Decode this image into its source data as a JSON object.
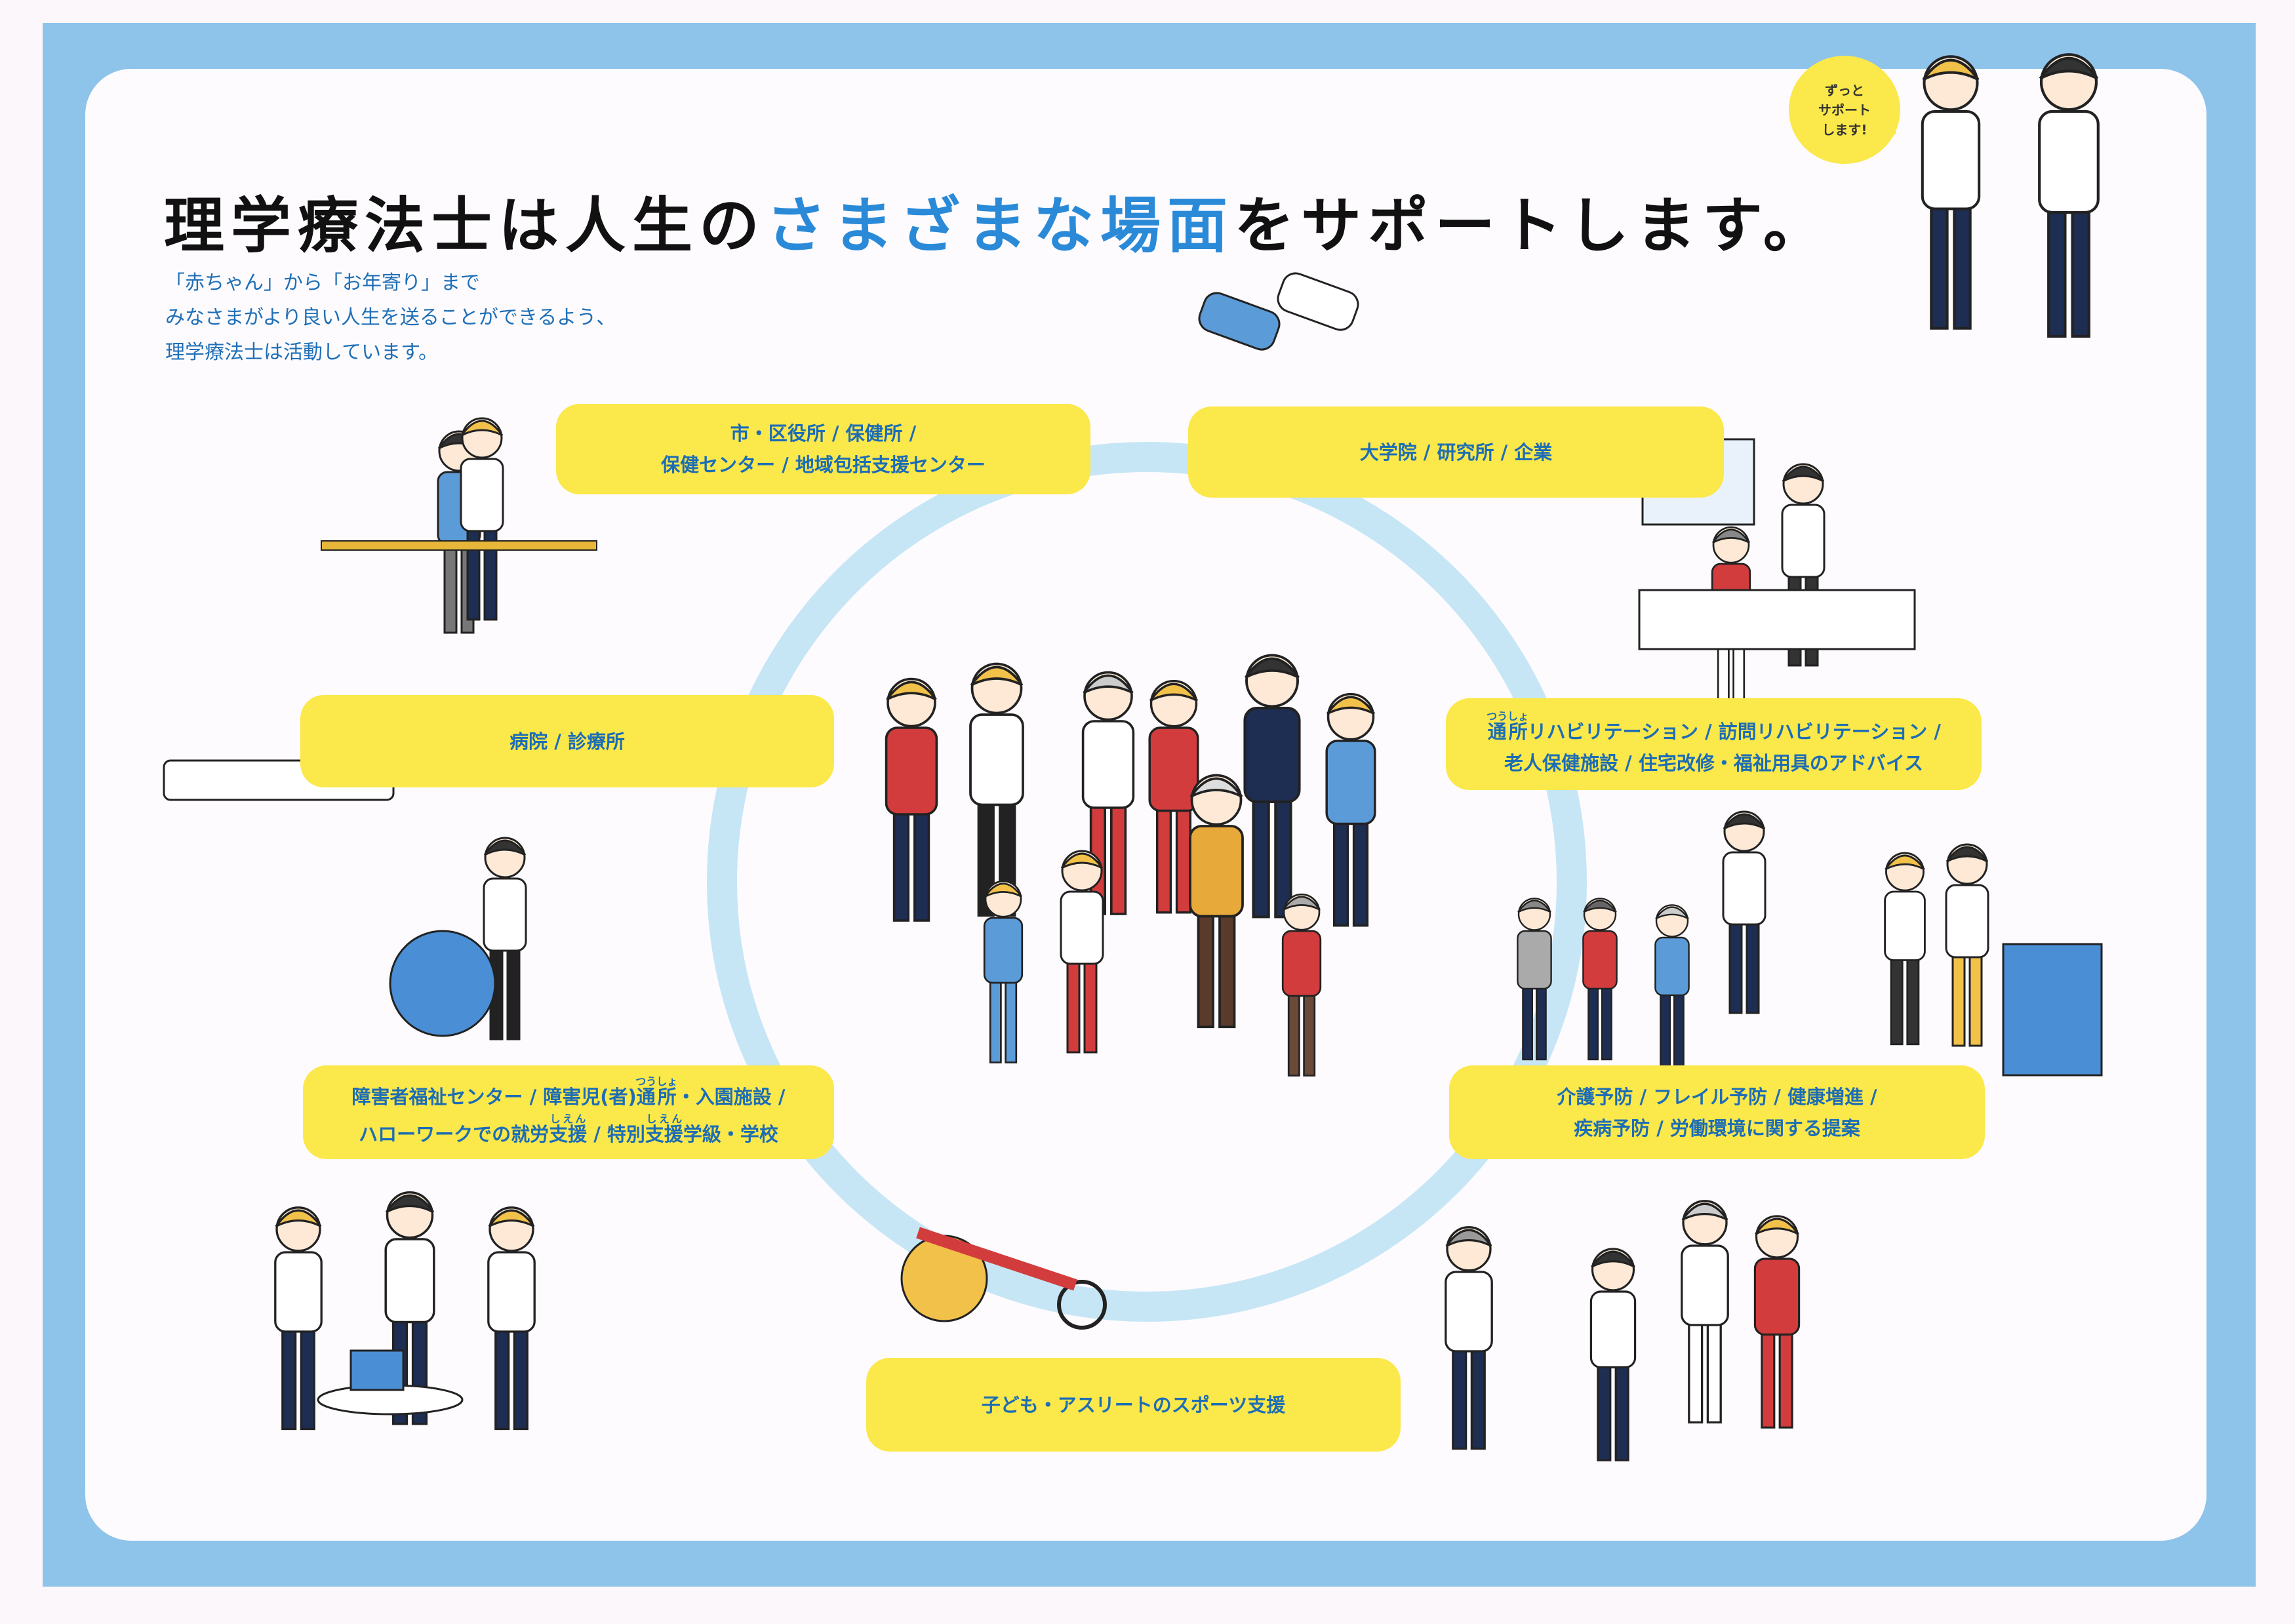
{
  "title": {
    "part1": "理学療法士は人生の",
    "highlight": "さまざまな場面",
    "part2": "をサポートします。"
  },
  "subtitle": [
    "「赤ちゃん」から「お年寄り」まで",
    "みなさまがより良い人生を送ることができるよう、",
    "理学療法士は活動しています。"
  ],
  "bubble": [
    "ずっと",
    "サポート",
    "します!"
  ],
  "boxes": {
    "city": [
      "市・区役所 / 保健所 /",
      "保健センター / 地域包括支援センター"
    ],
    "university": "大学院 / 研究所 / 企業",
    "hospital": "病院 / 診療所",
    "rehab": {
      "l1_a": "通所",
      "l1_a_ruby": "つうしょ",
      "l1_b": "リハビリテーション / 訪問リハビリテーション /",
      "l2": "老人保健施設 / 住宅改修・福祉用具のアドバイス"
    },
    "disability": {
      "l1_a": "障害者福祉センター / 障害児(者)",
      "l1_b": "通所",
      "l1_b_ruby": "つうしょ",
      "l1_c": "・入園施設 /",
      "l2_a": "ハローワークでの就労",
      "l2_b": "支援",
      "l2_b_ruby": "しえん",
      "l2_c": " / 特別",
      "l2_d": "支援",
      "l2_d_ruby": "しえん",
      "l2_e": "学級・学校"
    },
    "prevention": [
      "介護予防 / フレイル予防 / 健康増進 /",
      "疾病予防 / 労働環境に関する提案"
    ],
    "sports": "子ども・アスリートのスポーツ支援"
  },
  "colors": {
    "frame": "#8ec3ea",
    "yellow": "#fbe84a",
    "text_blue": "#1d6db5",
    "accent": "#2a8ad8"
  }
}
